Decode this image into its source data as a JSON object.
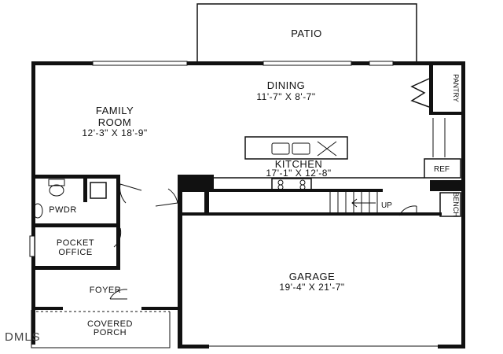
{
  "rooms": {
    "patio": {
      "name": "PATIO"
    },
    "dining": {
      "name": "DINING",
      "dims": "11'-7\" X 8'-7\""
    },
    "family_room": {
      "name_line1": "FAMILY",
      "name_line2": "ROOM",
      "dims": "12'-3\" X 18'-9\""
    },
    "kitchen": {
      "name": "KITCHEN",
      "dims": "17'-1\" X 12'-8\""
    },
    "pantry": {
      "name": "PANTRY"
    },
    "ref": {
      "name": "REF"
    },
    "bench": {
      "name": "BENCH"
    },
    "pwdr": {
      "name": "PWDR"
    },
    "pocket_office": {
      "name_line1": "POCKET",
      "name_line2": "OFFICE"
    },
    "foyer": {
      "name": "FOYER"
    },
    "garage": {
      "name": "GARAGE",
      "dims": "19'-4\" X 21'-7\""
    },
    "covered_porch": {
      "name_line1": "COVERED",
      "name_line2": "PORCH"
    }
  },
  "stairs": {
    "label": "UP"
  },
  "watermark": "DMLS"
}
